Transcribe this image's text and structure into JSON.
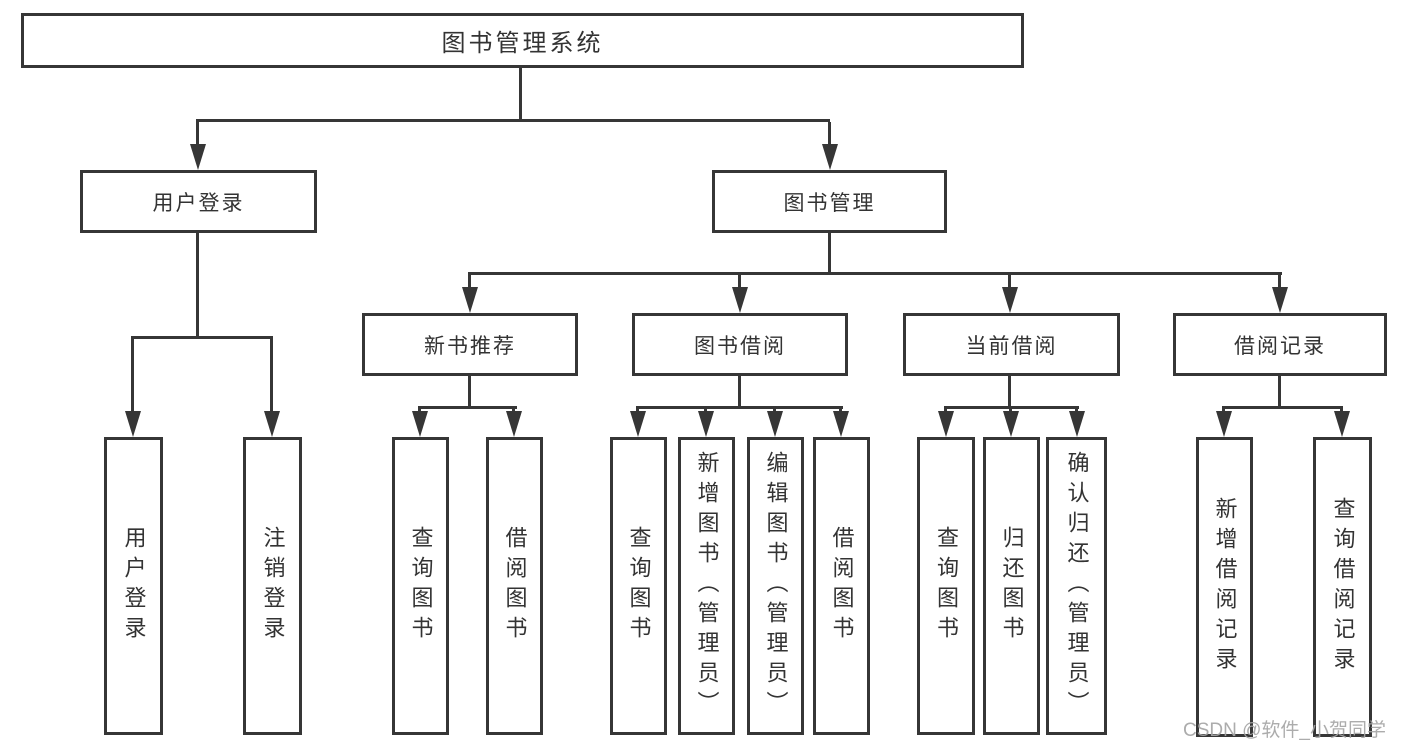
{
  "diagram_title": "图书管理系统",
  "tree": {
    "label": "图书管理系统",
    "children": [
      {
        "label": "用户登录",
        "children": [
          {
            "label": "用户登录"
          },
          {
            "label": "注销登录"
          }
        ]
      },
      {
        "label": "图书管理",
        "children": [
          {
            "label": "新书推荐",
            "children": [
              {
                "label": "查询图书"
              },
              {
                "label": "借阅图书"
              }
            ]
          },
          {
            "label": "图书借阅",
            "children": [
              {
                "label": "查询图书"
              },
              {
                "label": "新增图书（管理员）"
              },
              {
                "label": "编辑图书（管理员）"
              },
              {
                "label": "借阅图书"
              }
            ]
          },
          {
            "label": "当前借阅",
            "children": [
              {
                "label": "查询图书"
              },
              {
                "label": "归还图书"
              },
              {
                "label": "确认归还（管理员）"
              }
            ]
          },
          {
            "label": "借阅记录",
            "children": [
              {
                "label": "新增借阅记录"
              },
              {
                "label": "查询借阅记录"
              }
            ]
          }
        ]
      }
    ]
  },
  "watermark": {
    "text": "CSDN @软件_小贺同学"
  },
  "colors": {
    "line": "#363636",
    "box_border": "#363636",
    "text": "#333333",
    "background": "#ffffff",
    "watermark": "#a5a5a5"
  }
}
